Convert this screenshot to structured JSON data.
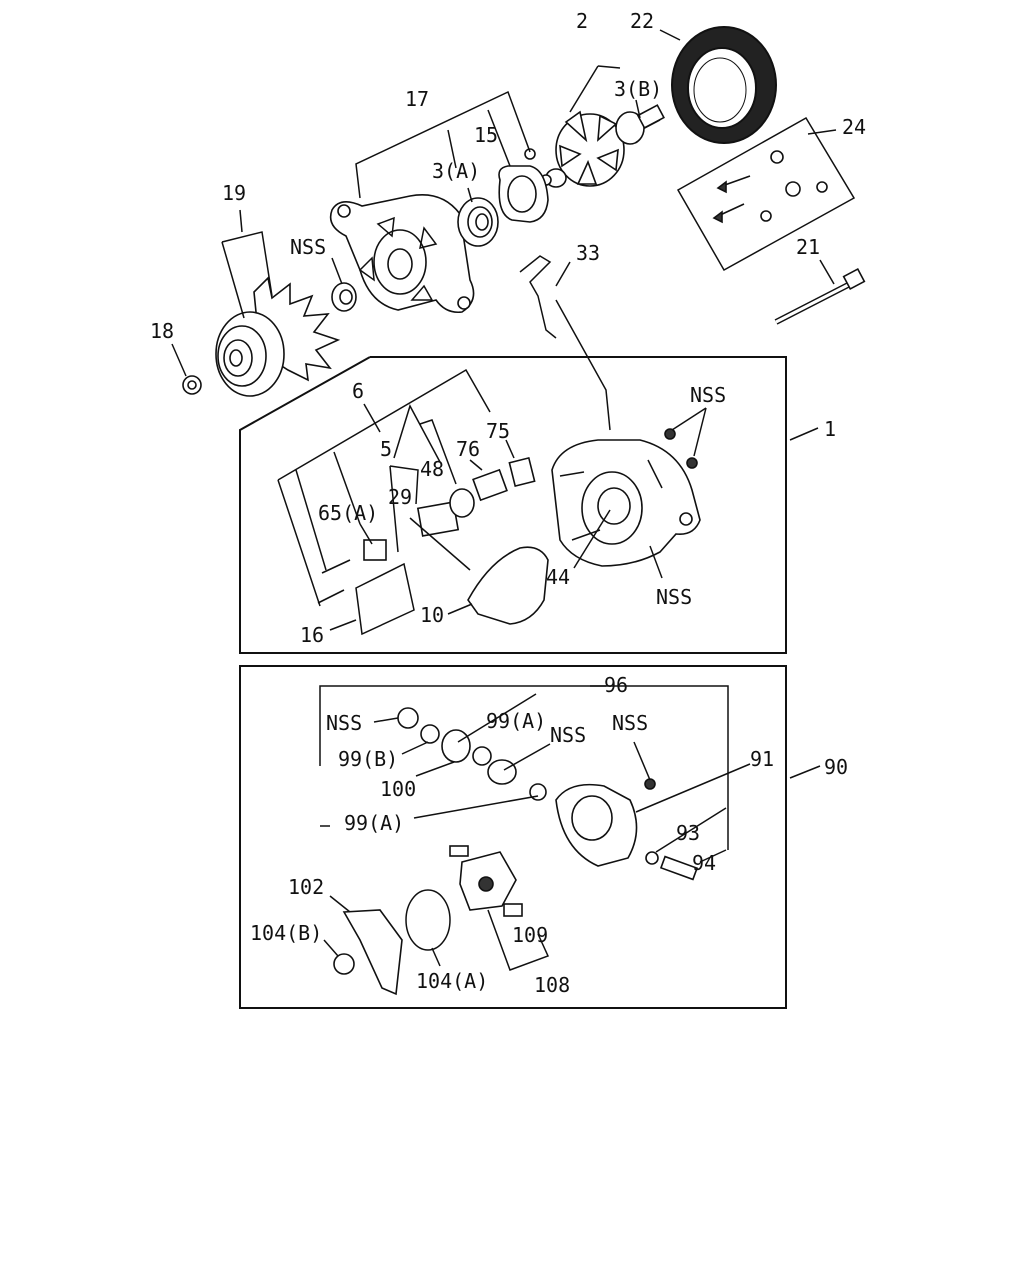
{
  "labels": {
    "l2": "2",
    "l22": "22",
    "l3b": "3(B)",
    "l17": "17",
    "l15": "15",
    "l3a": "3(A)",
    "l24": "24",
    "l19": "19",
    "lnss1": "NSS",
    "l33": "33",
    "l21": "21",
    "l18": "18",
    "l6": "6",
    "l5": "5",
    "l76": "76",
    "l75": "75",
    "lnss2": "NSS",
    "l1": "1",
    "l48": "48",
    "l29": "29",
    "l65a": "65(A)",
    "l44": "44",
    "lnss3": "NSS",
    "l16": "16",
    "l10": "10",
    "l96": "96",
    "lnss4": "NSS",
    "l99a1": "99(A)",
    "lnss5": "NSS",
    "lnss6": "NSS",
    "l99b": "99(B)",
    "l91": "91",
    "l90": "90",
    "l100": "100",
    "l99a2": "99(A)",
    "l93": "93",
    "l94": "94",
    "l102": "102",
    "l104b": "104(B)",
    "l109": "109",
    "l104a": "104(A)",
    "l108": "108"
  }
}
